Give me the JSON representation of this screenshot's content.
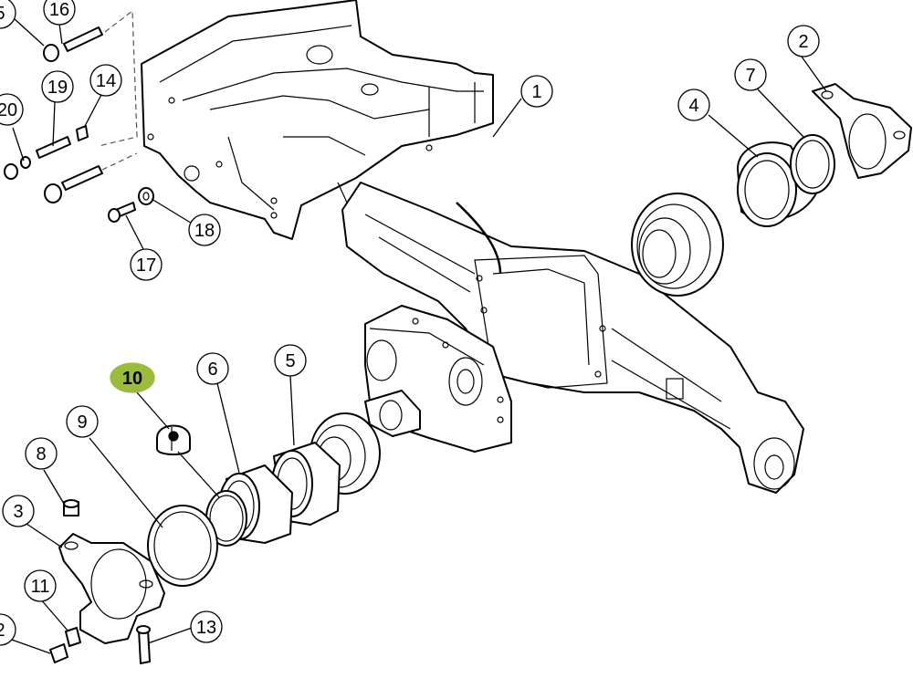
{
  "highlight_color": "#9bbb3b",
  "highlighted_callout": "10",
  "callouts": [
    {
      "label": "1"
    },
    {
      "label": "2"
    },
    {
      "label": "3"
    },
    {
      "label": "4"
    },
    {
      "label": "5"
    },
    {
      "label": "5"
    },
    {
      "label": "6"
    },
    {
      "label": "7"
    },
    {
      "label": "8"
    },
    {
      "label": "9"
    },
    {
      "label": "10"
    },
    {
      "label": "11"
    },
    {
      "label": "2"
    },
    {
      "label": "13"
    },
    {
      "label": "14"
    },
    {
      "label": "16"
    },
    {
      "label": "17"
    },
    {
      "label": "18"
    },
    {
      "label": "19"
    },
    {
      "label": "20"
    }
  ]
}
